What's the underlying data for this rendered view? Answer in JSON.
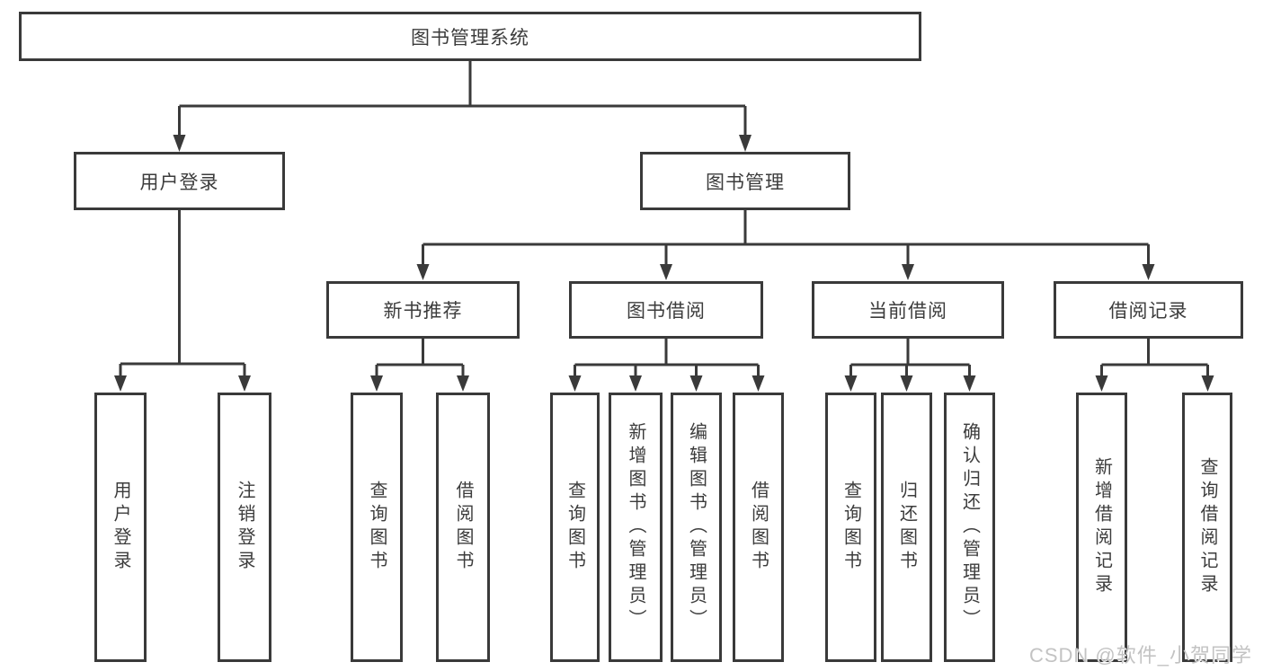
{
  "colors": {
    "line": "#3a3a3a",
    "box_background": "#ffffff",
    "text": "#3c3c3c",
    "watermark": "#c3c3c3"
  },
  "nodes": {
    "root": {
      "label": "图书管理系统"
    },
    "level2": [
      {
        "label": "用户登录"
      },
      {
        "label": "图书管理"
      }
    ],
    "level3": [
      {
        "label": "新书推荐",
        "parent": "图书管理"
      },
      {
        "label": "图书借阅",
        "parent": "图书管理"
      },
      {
        "label": "当前借阅",
        "parent": "图书管理"
      },
      {
        "label": "借阅记录",
        "parent": "图书管理"
      }
    ],
    "level4": [
      {
        "label": "用户登录",
        "parent": "用户登录"
      },
      {
        "label": "注销登录",
        "parent": "用户登录"
      },
      {
        "label": "查询图书",
        "parent": "新书推荐"
      },
      {
        "label": "借阅图书",
        "parent": "新书推荐"
      },
      {
        "label": "查询图书",
        "parent": "图书借阅"
      },
      {
        "label": "新增图书（管理员）",
        "parent": "图书借阅"
      },
      {
        "label": "编辑图书（管理员）",
        "parent": "图书借阅"
      },
      {
        "label": "借阅图书",
        "parent": "图书借阅"
      },
      {
        "label": "查询图书",
        "parent": "当前借阅"
      },
      {
        "label": "归还图书",
        "parent": "当前借阅"
      },
      {
        "label": "确认归还（管理员）",
        "parent": "当前借阅"
      },
      {
        "label": "新增借阅记录",
        "parent": "借阅记录"
      },
      {
        "label": "查询借阅记录",
        "parent": "借阅记录"
      }
    ]
  },
  "watermark": {
    "text": "CSDN @软件_小贺同学"
  }
}
